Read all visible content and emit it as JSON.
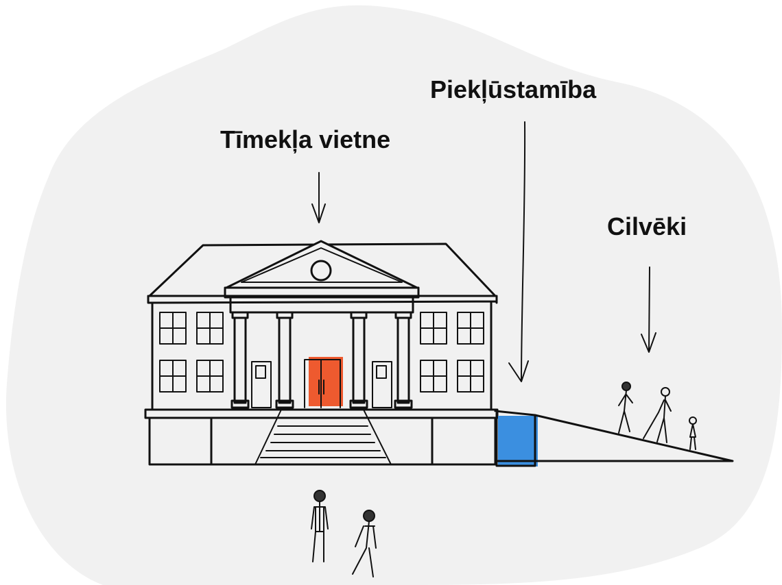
{
  "labels": {
    "website": "Tīmekļa vietne",
    "accessibility": "Piekļūstamība",
    "people": "Cilvēki"
  },
  "colors": {
    "background_blob": "#f1f1f1",
    "door": "#ee5a2f",
    "ramp_marker": "#3b8fe0",
    "ink": "#111111"
  }
}
